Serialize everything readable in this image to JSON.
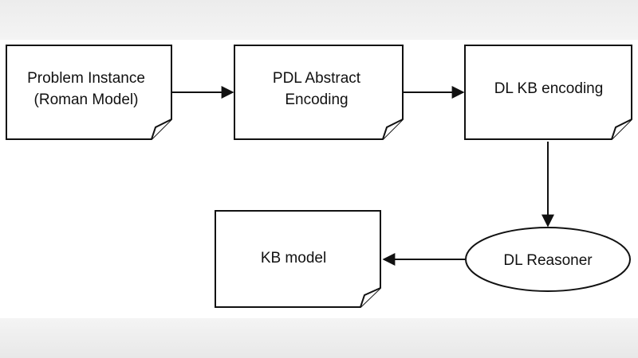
{
  "diagram": {
    "nodes": {
      "problem_instance": {
        "line1": "Problem Instance",
        "line2": "(Roman Model)"
      },
      "pdl_encoding": {
        "line1": "PDL Abstract",
        "line2": "Encoding"
      },
      "dl_kb_encoding": {
        "line1": "DL KB encoding"
      },
      "dl_reasoner": {
        "line1": "DL Reasoner"
      },
      "kb_model": {
        "line1": "KB model"
      }
    },
    "edges": [
      {
        "from": "problem_instance",
        "to": "pdl_encoding"
      },
      {
        "from": "pdl_encoding",
        "to": "dl_kb_encoding"
      },
      {
        "from": "dl_kb_encoding",
        "to": "dl_reasoner"
      },
      {
        "from": "dl_reasoner",
        "to": "kb_model"
      }
    ]
  }
}
